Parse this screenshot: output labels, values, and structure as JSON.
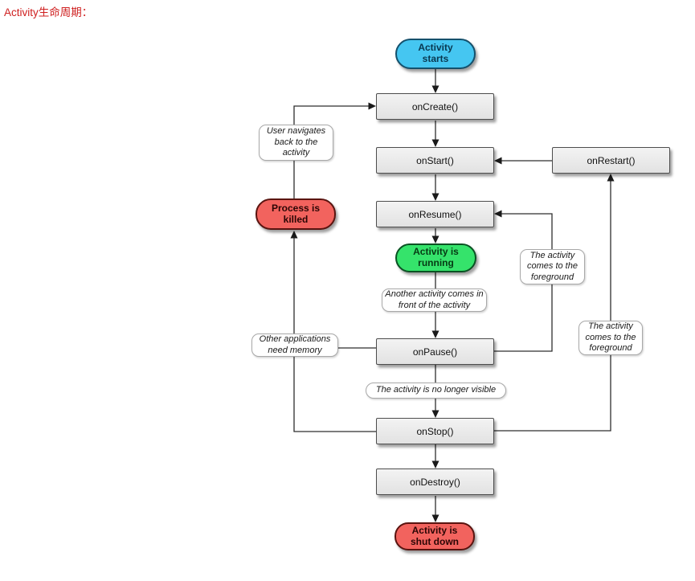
{
  "title": "Activity生命周期：",
  "diagram": {
    "nodes": {
      "activity_starts": "Activity starts",
      "on_create": "onCreate()",
      "on_start": "onStart()",
      "on_restart": "onRestart()",
      "on_resume": "onResume()",
      "activity_running": "Activity is running",
      "process_killed": "Process is killed",
      "on_pause": "onPause()",
      "on_stop": "onStop()",
      "on_destroy": "onDestroy()",
      "activity_shut_down": "Activity is shut down"
    },
    "notes": {
      "user_navigates": "User navigates back to the activity",
      "foreground_upper": "The activity comes to the foreground",
      "another_activity": "Another activity comes in front of the activity",
      "other_apps_memory": "Other applications need memory",
      "no_longer_visible": "The activity is no longer visible",
      "foreground_lower": "The activity comes to the foreground"
    },
    "colors": {
      "title_text": "#cf2020",
      "start_node": "#45c6f1",
      "running_node": "#35e36b",
      "killed_node": "#f2635e",
      "callback_node": "#e9e9e9",
      "connector": "#2e2e2e"
    }
  }
}
